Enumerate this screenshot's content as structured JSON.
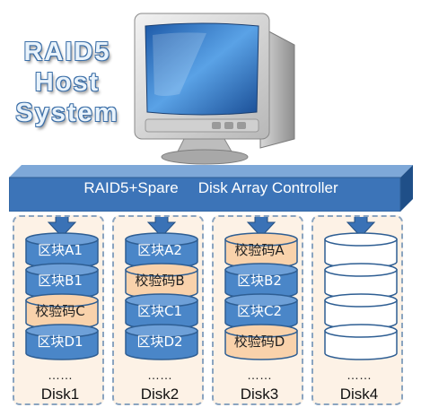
{
  "title": {
    "line1": "RAID5",
    "line2": "Host",
    "line3": "System"
  },
  "controller": {
    "part1": "RAID5+Spare",
    "part2": "Disk Array Controller"
  },
  "disks": [
    {
      "name": "Disk1",
      "more": "……",
      "blocks": [
        {
          "label": "区块A1",
          "kind": "data"
        },
        {
          "label": "区块B1",
          "kind": "data"
        },
        {
          "label": "校验码C",
          "kind": "parity"
        },
        {
          "label": "区块D1",
          "kind": "data"
        }
      ]
    },
    {
      "name": "Disk2",
      "more": "……",
      "blocks": [
        {
          "label": "区块A2",
          "kind": "data"
        },
        {
          "label": "校验码B",
          "kind": "parity"
        },
        {
          "label": "区块C1",
          "kind": "data"
        },
        {
          "label": "区块D2",
          "kind": "data"
        }
      ]
    },
    {
      "name": "Disk3",
      "more": "……",
      "blocks": [
        {
          "label": "校验码A",
          "kind": "parity"
        },
        {
          "label": "区块B2",
          "kind": "data"
        },
        {
          "label": "区块C2",
          "kind": "data"
        },
        {
          "label": "校验码D",
          "kind": "parity"
        }
      ]
    },
    {
      "name": "Disk4",
      "more": "……",
      "blocks": [
        {
          "label": "",
          "kind": "spare"
        },
        {
          "label": "",
          "kind": "spare"
        },
        {
          "label": "",
          "kind": "spare"
        },
        {
          "label": "",
          "kind": "spare"
        }
      ]
    }
  ],
  "colors": {
    "data": "#4a86c8",
    "parity": "#f9d2ab",
    "spare": "#ffffff",
    "controller": "#3c74b8",
    "arrow": "#3a72b6",
    "outline": "#2e5e93"
  }
}
